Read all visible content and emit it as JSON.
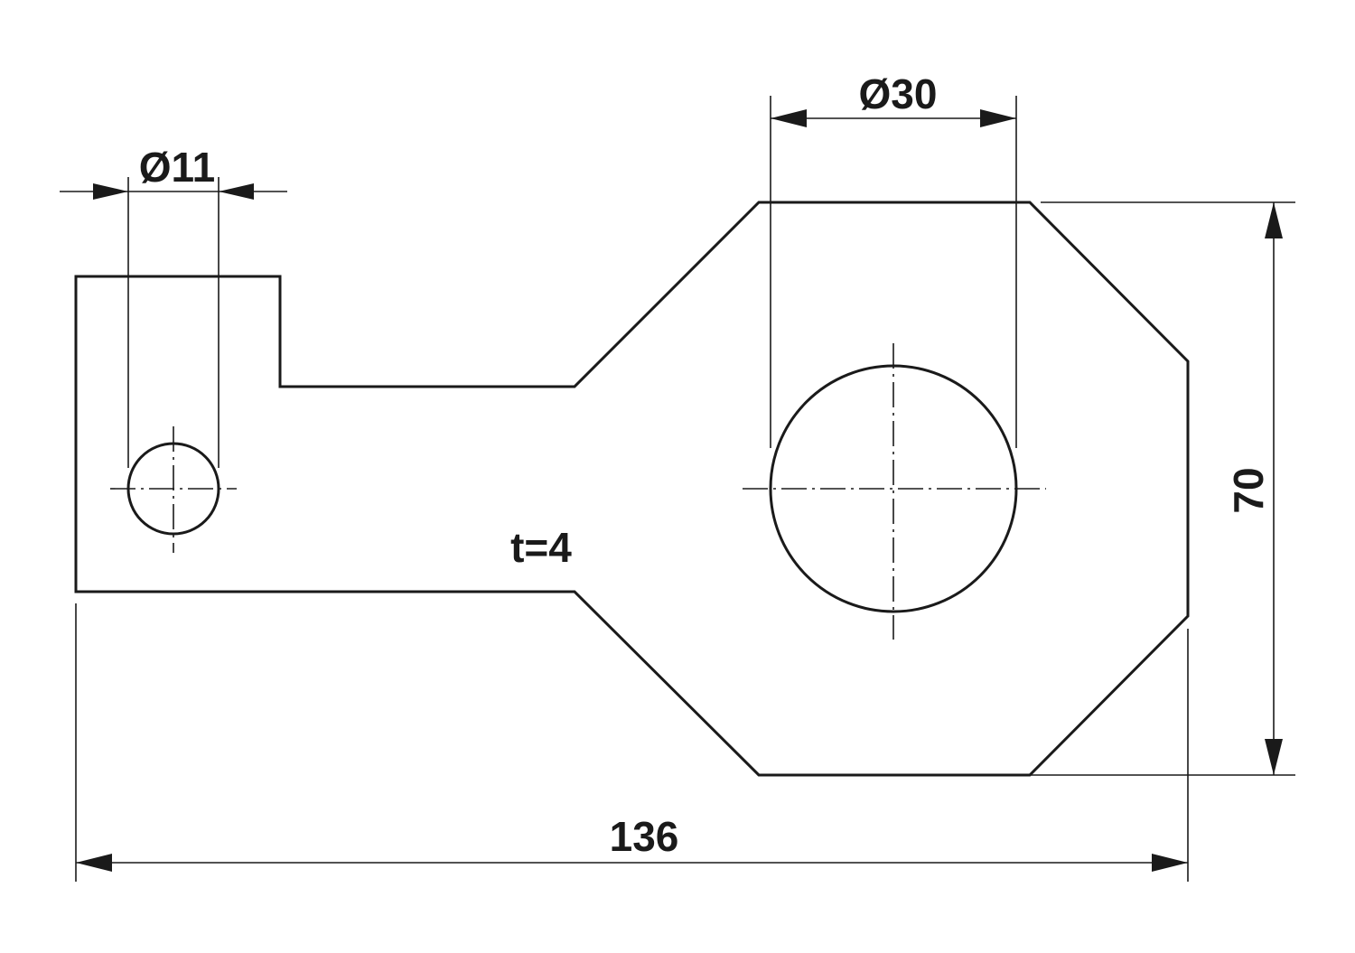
{
  "labels": {
    "small_hole_diameter": "Ø11",
    "large_hole_diameter": "Ø30",
    "height": "70",
    "width": "136",
    "thickness": "t=4"
  },
  "colors": {
    "line": "#1a1a1a",
    "background": "#ffffff"
  }
}
